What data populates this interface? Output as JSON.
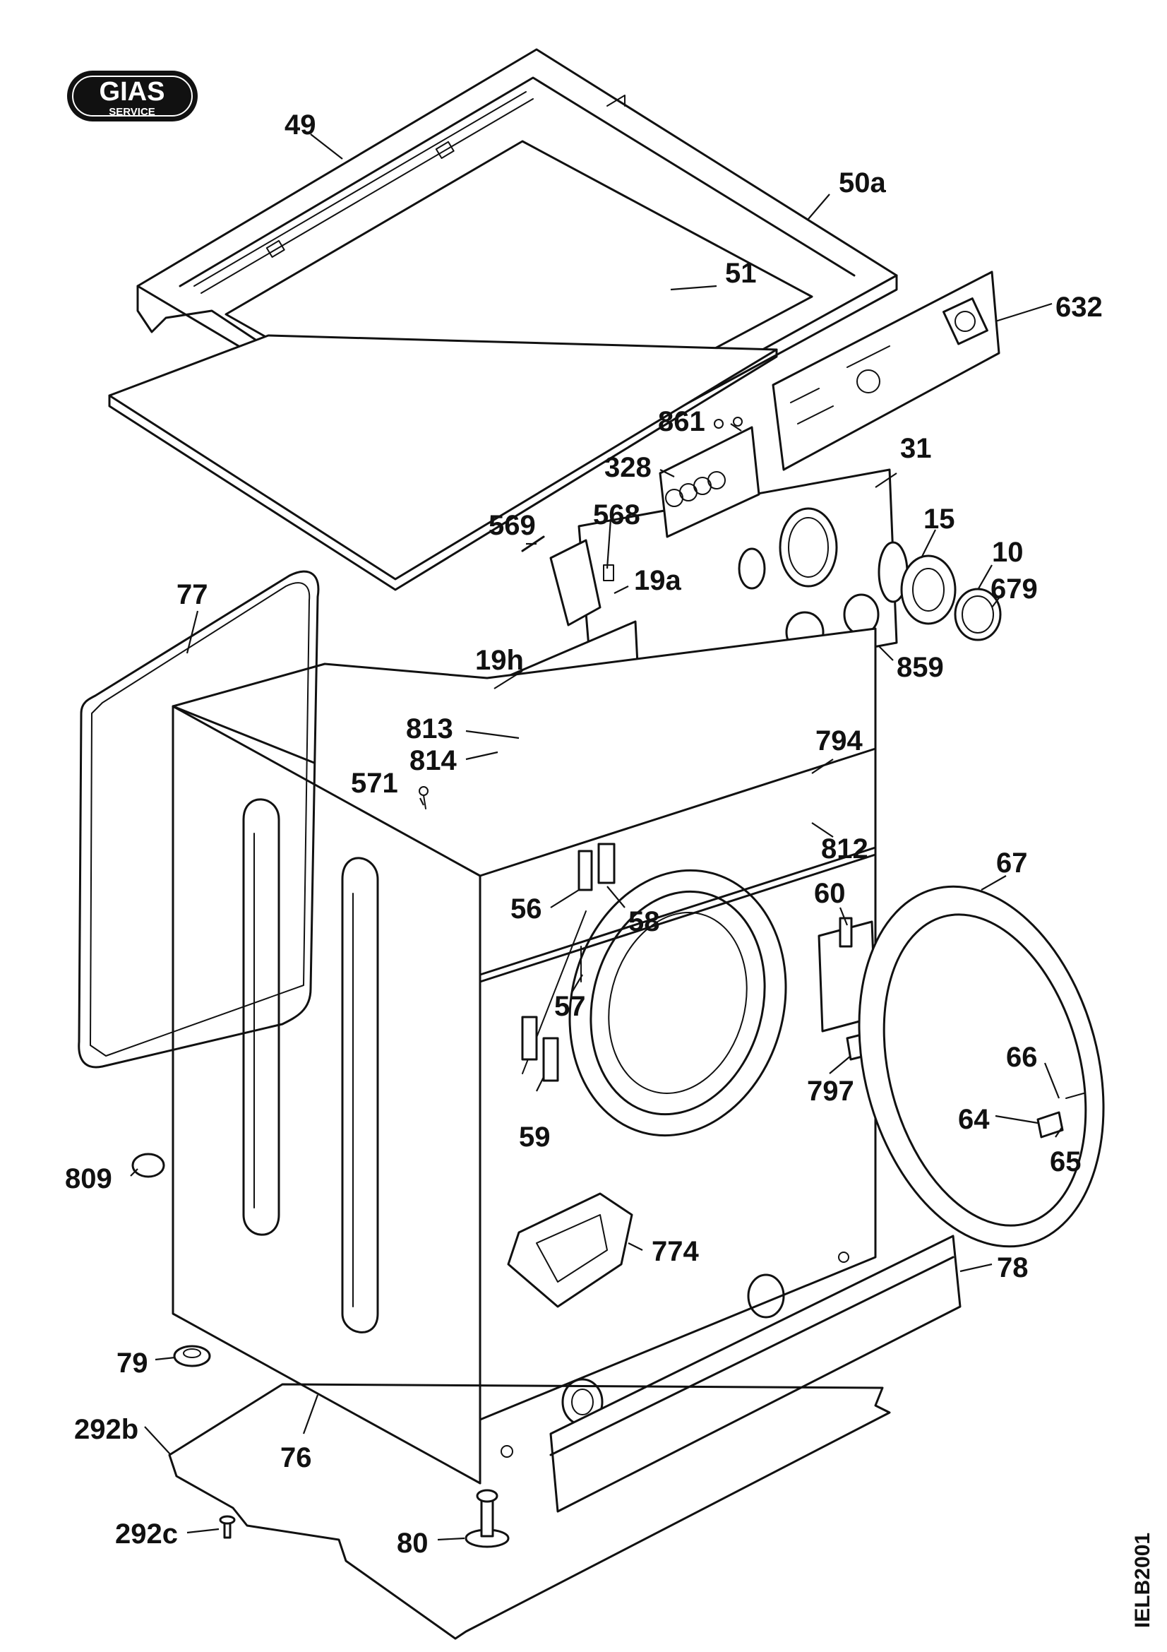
{
  "logo": {
    "brand": "GIAS",
    "sub": "SERVICE"
  },
  "drawing_code": "IELB2001",
  "labels": {
    "p49": "49",
    "p50a": "50a",
    "p51": "51",
    "p632": "632",
    "p861": "861",
    "p328": "328",
    "p31": "31",
    "p569": "569",
    "p568": "568",
    "p15": "15",
    "p10": "10",
    "p679": "679",
    "p19a": "19a",
    "p77": "77",
    "p19h": "19h",
    "p859": "859",
    "p813": "813",
    "p814": "814",
    "p794": "794",
    "p571": "571",
    "p812": "812",
    "p67": "67",
    "p60": "60",
    "p56": "56",
    "p58": "58",
    "p57": "57",
    "p66": "66",
    "p797": "797",
    "p64": "64",
    "p59": "59",
    "p65": "65",
    "p809": "809",
    "p774": "774",
    "p78": "78",
    "p79": "79",
    "p292b": "292b",
    "p76": "76",
    "p292c": "292c",
    "p80": "80"
  }
}
